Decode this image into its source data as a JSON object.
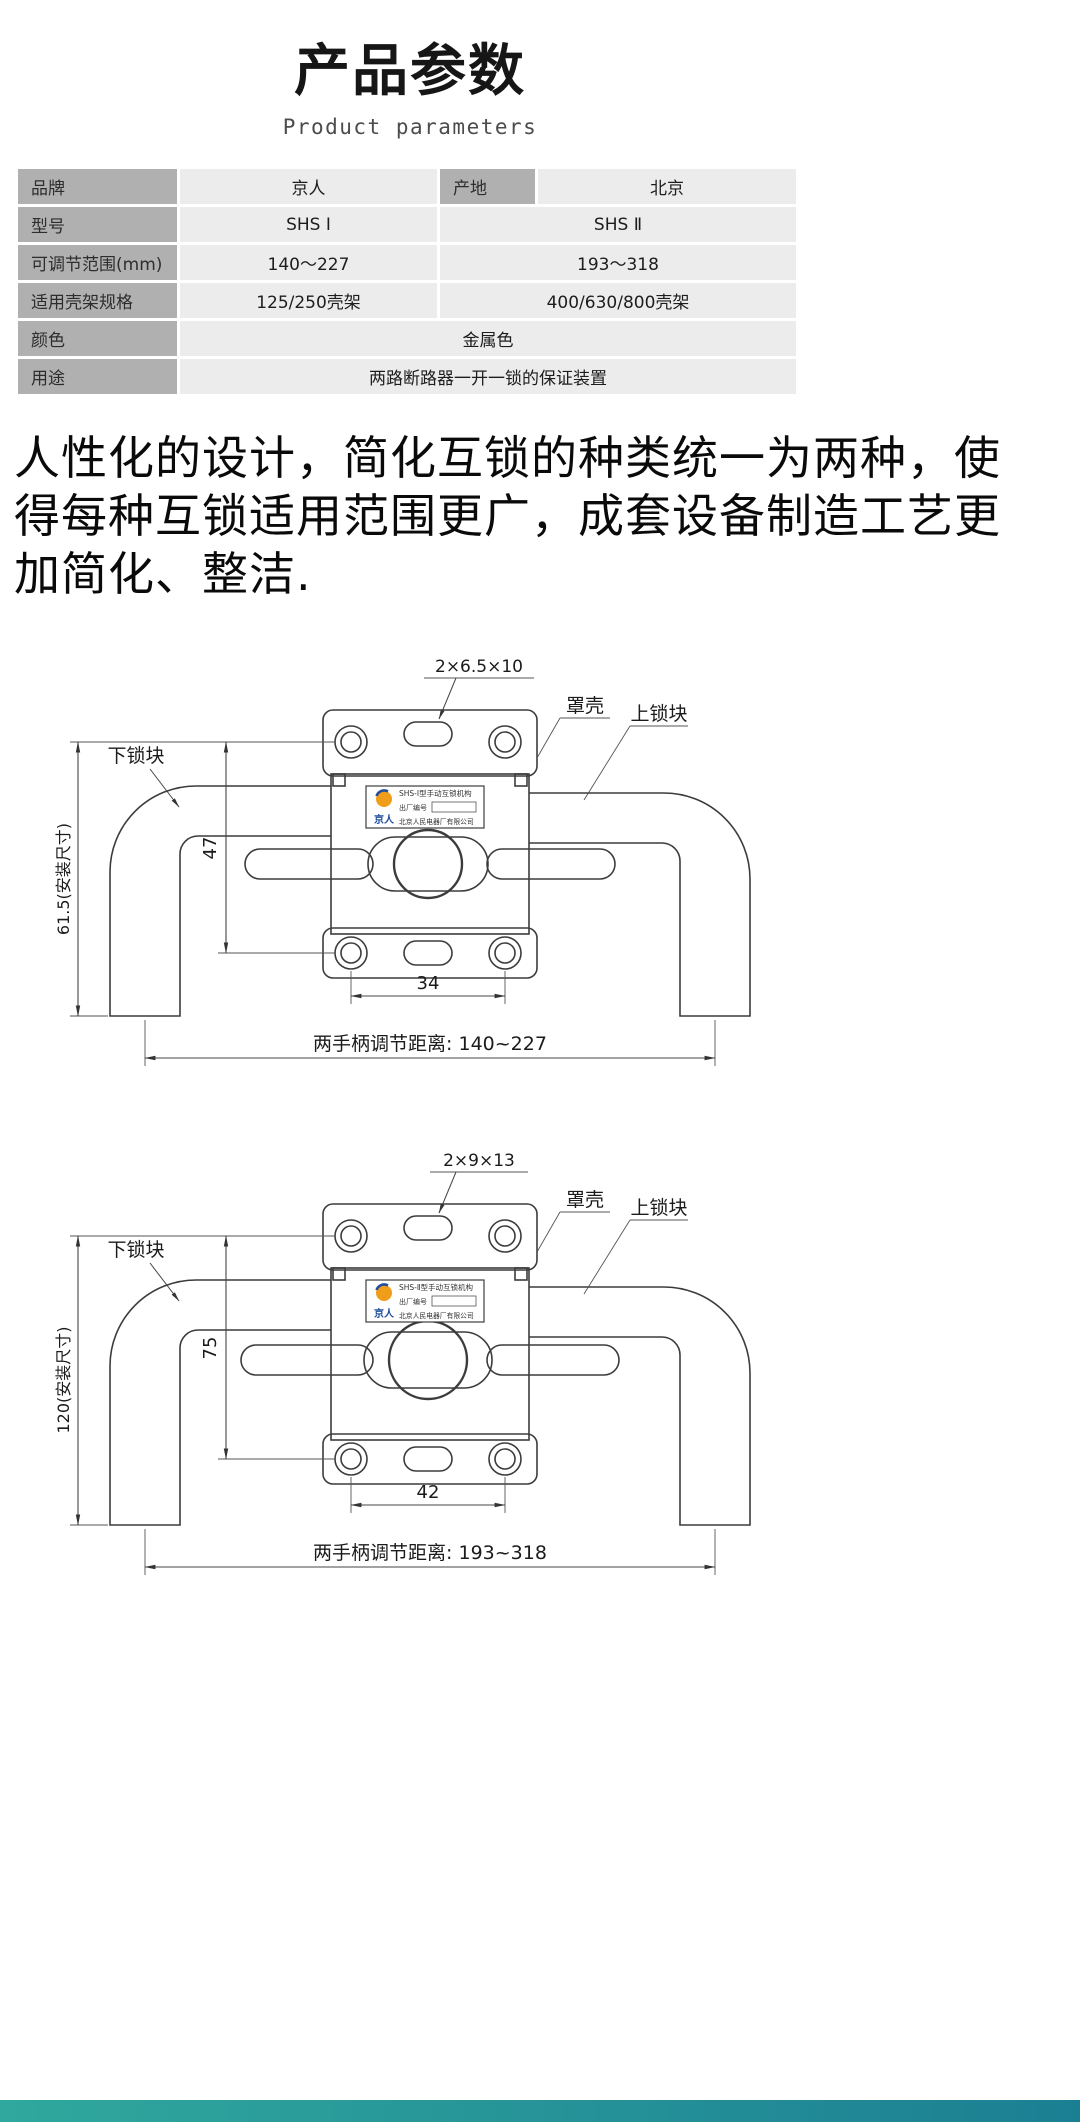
{
  "header": {
    "title": "产品参数",
    "subtitle": "Product parameters"
  },
  "spec_table": {
    "row1": {
      "label1": "品牌",
      "value1": "京人",
      "label2": "产地",
      "value2": "北京"
    },
    "row2": {
      "label": "型号",
      "value1": "SHS Ⅰ",
      "value2": "SHS Ⅱ"
    },
    "row3": {
      "label": "可调节范围(mm)",
      "value1": "140～227",
      "value2": "193～318"
    },
    "row4": {
      "label": "适用壳架规格",
      "value1": "125/250壳架",
      "value2": "400/630/800壳架"
    },
    "row5": {
      "label": "颜色",
      "value": "金属色"
    },
    "row6": {
      "label": "用途",
      "value": "两路断路器一开一锁的保证装置"
    }
  },
  "description": {
    "line1": "人性化的设计，简化互锁的种类统一为两种，使",
    "line2": "得每种互锁适用范围更广，成套设备制造工艺更",
    "line3": "加简化、整洁."
  },
  "drawing1": {
    "slot_label": "2×6.5×10",
    "cover_label": "罩壳",
    "upper_lock_label": "上锁块",
    "lower_lock_label": "下锁块",
    "dim_hole_span": "47",
    "dim_install": "61.5(安装尺寸)",
    "dim_bottom_span": "34",
    "dim_handle_distance": "两手柄调节距离: 140~227",
    "plate": {
      "brand": "京人",
      "model": "SHS-Ⅰ型手动互锁机构",
      "serial": "出厂编号",
      "company": "北京人民电器厂有限公司"
    }
  },
  "drawing2": {
    "slot_label": "2×9×13",
    "cover_label": "罩壳",
    "upper_lock_label": "上锁块",
    "lower_lock_label": "下锁块",
    "dim_hole_span": "75",
    "dim_install": "120(安装尺寸)",
    "dim_bottom_span": "42",
    "dim_handle_distance": "两手柄调节距离: 193~318",
    "plate": {
      "brand": "京人",
      "model": "SHS-Ⅱ型手动互锁机构",
      "serial": "出厂编号",
      "company": "北京人民电器厂有限公司"
    }
  },
  "colors": {
    "label_cell_bg": "#b0b0b0",
    "value_cell_bg": "#ececec",
    "logo_orange": "#f09d1c",
    "logo_blue": "#1f4e9c",
    "footer_teal": "#30a89d",
    "footer_blue": "#1b7f93"
  }
}
